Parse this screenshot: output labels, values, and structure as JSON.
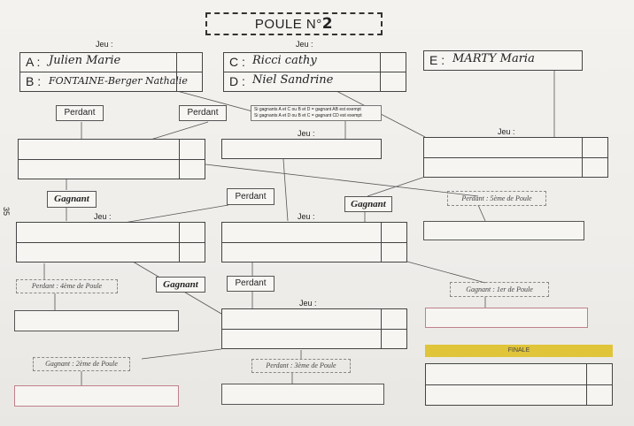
{
  "title": {
    "text": "POULE N°",
    "number": "2"
  },
  "jeu_label": "Jeu :",
  "players": [
    {
      "letter": "A :",
      "name": "Julien Marie"
    },
    {
      "letter": "B :",
      "name": "FONTAINE-Berger Nathalie"
    },
    {
      "letter": "C :",
      "name": "Ricci cathy"
    },
    {
      "letter": "D :",
      "name": "Niel Sandrine"
    },
    {
      "letter": "E :",
      "name": "MARTY Maria"
    }
  ],
  "note": {
    "line1": "Si gagnants A et C ou B et D = gagnant AB est exempt",
    "line2": "Si gagnants A et D ou B et C = gagnant CD est exempt"
  },
  "tags": {
    "perdant": "Perdant",
    "gagnant": "Gagnant"
  },
  "placements": {
    "perdant_5": "Perdant : 5ème de Poule",
    "perdant_4": "Perdant : 4ème de Poule",
    "gagnant_1": "Gagnant : 1er de Poule",
    "gagnant_2": "Gagnant : 2ème de Poule",
    "perdant_3": "Perdant : 3ème de Poule"
  },
  "finale": "FINALE",
  "page_number": "35"
}
